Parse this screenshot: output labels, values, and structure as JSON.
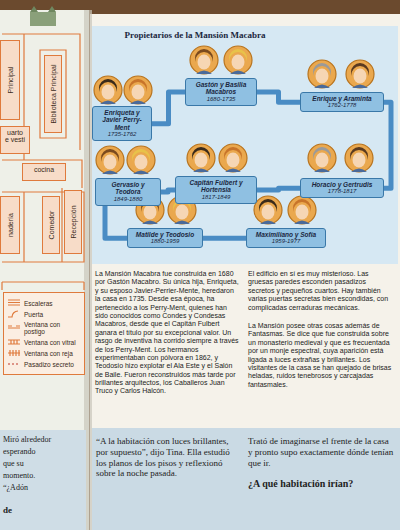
{
  "diagram": {
    "title": "Propietarios de la Mansión Macabra",
    "nodes": [
      {
        "text": [
          "Principal"
        ]
      },
      {
        "text": [
          "Biblioteca Principal"
        ]
      },
      {
        "text": [
          "uarto",
          "e vesti"
        ]
      },
      {
        "text": [
          "cocina"
        ]
      },
      {
        "text": [
          "nadería"
        ]
      },
      {
        "text": [
          "Comedor"
        ]
      },
      {
        "text": [
          "Recepción"
        ]
      },
      {
        "text": [
          "Gastón y Basilia Macabros",
          "1680-1735"
        ]
      },
      {
        "text": [
          "Enriqueta y Javier Perry-Ment",
          "1735-1762"
        ]
      },
      {
        "text": [
          "Enrique y Araminta",
          "1762-1778"
        ]
      },
      {
        "text": [
          "Gervasio y Teodora",
          "1849-1880"
        ]
      },
      {
        "text": [
          "Capitán Fulbert y Hortensia",
          "1817-1849"
        ]
      },
      {
        "text": [
          "Horacio y Gertrudis",
          "1778-1817"
        ]
      },
      {
        "text": [
          "Matilde y Teodosio",
          "1880-1959"
        ]
      },
      {
        "text": [
          "Maximiliano y Sofía",
          "1959-1977"
        ]
      }
    ],
    "edges": [
      {
        "from": 7,
        "to": 8,
        "arrow": "none"
      },
      {
        "from": 7,
        "to": 9,
        "arrow": "none"
      },
      {
        "from": 9,
        "to": 12,
        "arrow": "none"
      },
      {
        "from": 12,
        "to": 11,
        "arrow": "none"
      },
      {
        "from": 11,
        "to": 10,
        "arrow": "none"
      },
      {
        "from": 10,
        "to": 13,
        "arrow": "none"
      },
      {
        "from": 13,
        "to": 14,
        "arrow": "none"
      }
    ],
    "labels": [
      "La Mansión Macabra fue construida en 1680 por Gastón Macabro. Su única hija, Enriqueta, y su esposo Javier-Perrier-Mente, heredaron la casa en 1735. Desde esa época, ha pertenecido a los Perry-Ment, quienes han sido conocidos como Condes y Condesas Macabros, desde que el Capitán Fulbert ganara el título por su excepcional valor. Un rasgo de inventiva ha corrido siempre a través de los Perry-Ment. Los hermanos experimentaban con pólvora en 1862, y Teodosio hizo explotar el Ala Este y el Salón de Baile. Fueron reconstruidos más tarde por brillantes arquitectos, los Caballeros Juan Truco y Carlos Halcón.",
      "El edificio en sí es muy misterioso. Las gruesas paredes esconden pasadizos secretos y pequeños cuartos. Hay también varias puertas secretas bien escondidas, con complicadas cerraduras mecánicas.",
      "La Mansión posee otras cosas además de Fantasmas. Se dice que fue construida sobre un monasterio medieval y que es frecuentada por un monje espectral, cuya aparición está ligada a luces extrañas y brillantes. Los visitantes de la casa se han quejado de brisas heladas, ruidos tenebrosos y carcajadas fantasmales.",
      "“A la habitación con luces brillantes, por supuesto”, dijo Tina. Ella estudió los planos de los pisos y reflexionó sobre la noche pasada.",
      "Trató de imaginarse el frente de la casa y pronto supo exactamente dónde tenían que ir.",
      "¿A qué habitación irían?",
      "Miró alrededor",
      "esperando",
      "que su",
      "momento.",
      "“¿Adón",
      "de"
    ],
    "legend": [
      {
        "text": "Escaleras"
      },
      {
        "text": "Puerta"
      },
      {
        "text": "Ventana con postigo"
      },
      {
        "text": "Ventana con vitral"
      },
      {
        "text": "Ventana con reja"
      },
      {
        "text": "Pasadizo secreto"
      }
    ]
  }
}
